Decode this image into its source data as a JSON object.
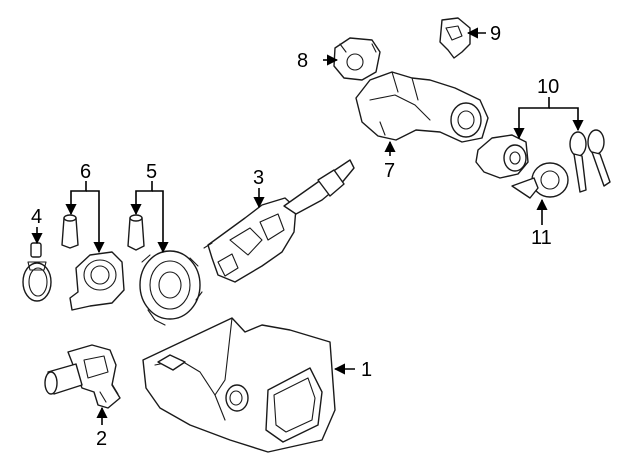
{
  "diagram": {
    "callouts": [
      {
        "id": "1",
        "label": "1"
      },
      {
        "id": "2",
        "label": "2"
      },
      {
        "id": "3",
        "label": "3"
      },
      {
        "id": "4",
        "label": "4"
      },
      {
        "id": "5",
        "label": "5"
      },
      {
        "id": "6",
        "label": "6"
      },
      {
        "id": "7",
        "label": "7"
      },
      {
        "id": "8",
        "label": "8"
      },
      {
        "id": "9",
        "label": "9"
      },
      {
        "id": "10",
        "label": "10"
      },
      {
        "id": "11",
        "label": "11"
      }
    ],
    "colors": {
      "line": "#1a1a1a",
      "background": "#ffffff"
    }
  }
}
